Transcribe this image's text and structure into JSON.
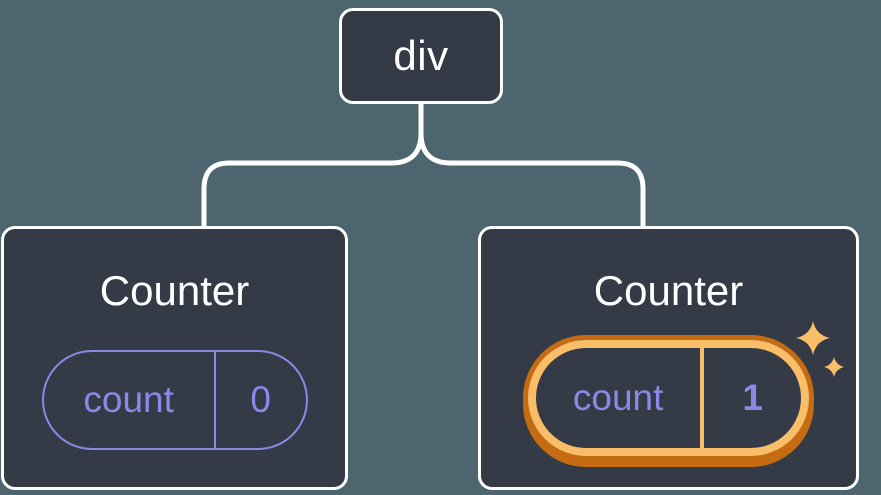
{
  "diagram": {
    "root": {
      "label": "div"
    },
    "children": [
      {
        "title": "Counter",
        "state": {
          "key": "count",
          "value": "0"
        },
        "highlighted": false
      },
      {
        "title": "Counter",
        "state": {
          "key": "count",
          "value": "1"
        },
        "highlighted": true
      }
    ]
  },
  "icons": {
    "sparkles": "sparkles-icon"
  },
  "colors": {
    "background": "#4C656F",
    "node_fill": "#343A46",
    "node_border": "#FFFFFF",
    "node_text": "#FFFFFF",
    "state_accent": "#8A8AE6",
    "highlight_ring_inner": "#FABE69",
    "highlight_ring_outer": "#C56B12",
    "connector": "#FFFFFF"
  }
}
